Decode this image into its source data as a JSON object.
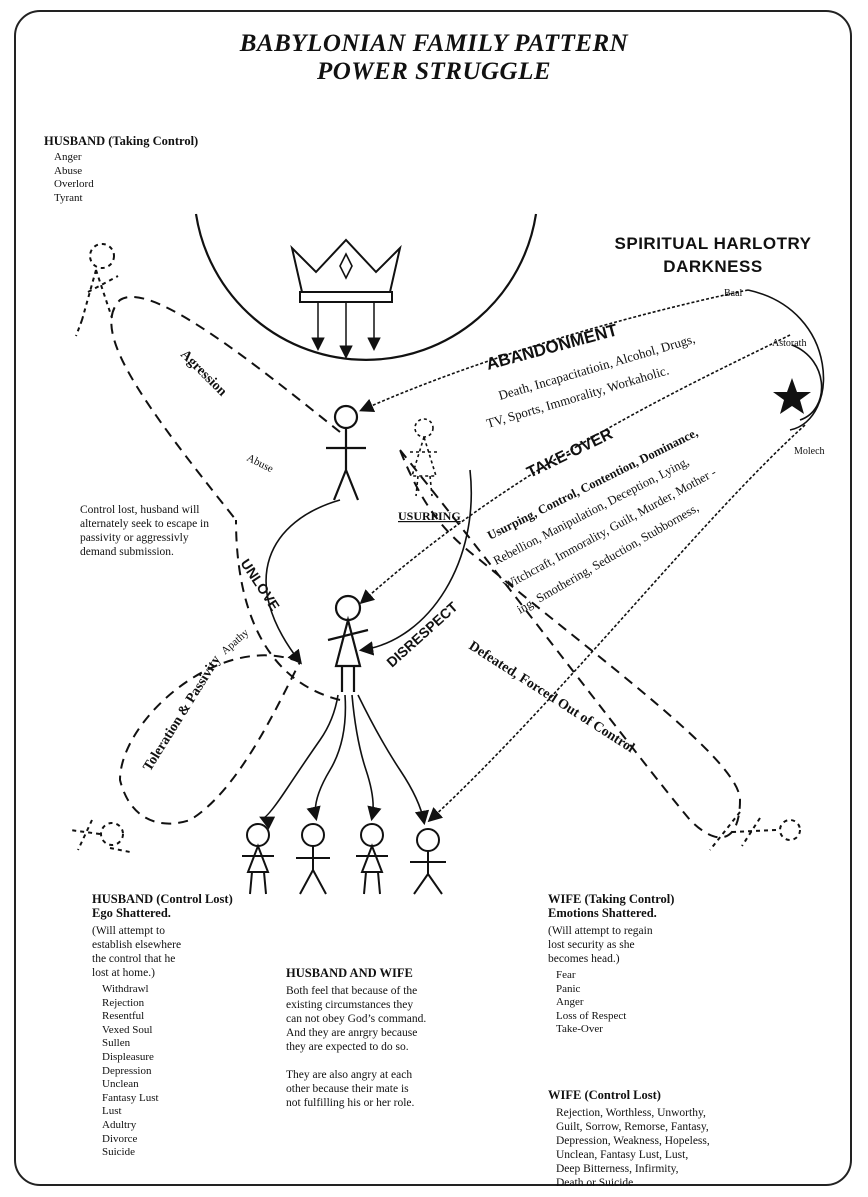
{
  "title": {
    "line1": "BABYLONIAN FAMILY PATTERN",
    "line2": "POWER STRUGGLE"
  },
  "spiritual": {
    "line1": "SPIRITUAL HARLOTRY",
    "line2": "DARKNESS"
  },
  "husband_taking": {
    "heading": "HUSBAND (Taking Control)",
    "items": [
      "Anger",
      "Abuse",
      "Overlord",
      "Tyrant"
    ]
  },
  "control_lost_note": [
    "Control lost, husband will",
    "alternately seek to escape in",
    "passivity or aggressivly",
    "demand submission."
  ],
  "arrows": {
    "agression": "Agression",
    "abuse": "Abuse",
    "abandonment": "ABANDONMENT",
    "abandonment_detail_1": "Death, Incapacitatioin, Alcohol, Drugs,",
    "abandonment_detail_2": "TV, Sports, Immorality, Workaholic.",
    "takeover": "TAKE-OVER",
    "takeover_line1": "Usurping, Control, Contention, Dominance,",
    "takeover_line2": "Rebellion, Manipulation, Deception, Lying,",
    "takeover_line3": "Witchcraft, Immorality, Guilt, Murder, Mother -",
    "takeover_line4": "ing, Smothering, Seduction, Stubborness,",
    "baal": "Baal",
    "astorath": "Astorath",
    "molech": "Molech",
    "usurping": "USURPING",
    "unlove": "UNLOVE",
    "disrespect": "DISRESPECT",
    "toleration": "Toleration & Passivity",
    "apathy": "Apathy",
    "defeated": "Defeated, Forced Out of Control"
  },
  "husband_lost": {
    "heading1": "HUSBAND (Control Lost)",
    "heading2": "Ego Shattered.",
    "note": [
      "(Will attempt to",
      "establish elsewhere",
      "the control that he",
      "lost at home.)"
    ],
    "items": [
      "Withdrawl",
      "Rejection",
      "Resentful",
      "Vexed Soul",
      "Sullen",
      "Displeasure",
      "Depression",
      "Unclean",
      "Fantasy Lust",
      "Lust",
      "Adultry",
      "Divorce",
      "Suicide"
    ]
  },
  "husband_and_wife": {
    "heading": "HUSBAND AND WIFE",
    "para1": [
      "Both feel that because of the",
      "existing circumstances they",
      "can not obey God’s command.",
      "And they are anrgry because",
      "they are expected to do so."
    ],
    "para2": [
      "They are also angry at each",
      "other because their mate is",
      "not fulfilling his or her role."
    ]
  },
  "wife_taking": {
    "heading1": "WIFE (Taking Control)",
    "heading2": "Emotions Shattered.",
    "note": [
      "(Will attempt to regain",
      "lost security as she",
      "becomes head.)"
    ],
    "items": [
      "Fear",
      "Panic",
      "Anger",
      "Loss of Respect",
      "Take-Over"
    ]
  },
  "wife_lost": {
    "heading": "WIFE (Control Lost)",
    "lines": [
      "Rejection, Worthless, Unworthy,",
      "Guilt, Sorrow, Remorse, Fantasy,",
      "Depression, Weakness, Hopeless,",
      "Unclean, Fantasy Lust, Lust,",
      "Deep Bitterness, Infirmity,",
      "Death or Suicide"
    ]
  }
}
